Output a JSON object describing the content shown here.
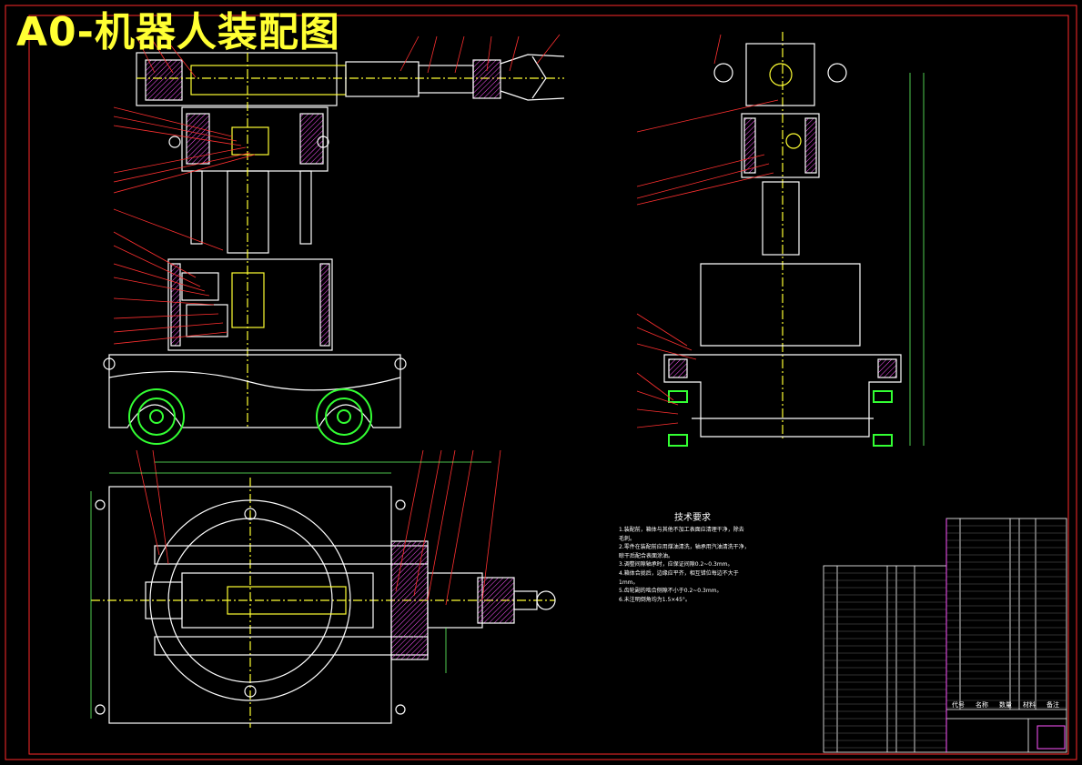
{
  "title": "A0-机器人装配图",
  "technical_requirements": {
    "heading": "技术要求",
    "items": [
      "1.装配前，箱体与其他不加工表面应清理干净，除去",
      "  毛刺。",
      "2.零件在装配前应用煤油清洗，轴承用汽油清洗干净，",
      "  晾干后配合表面涂油。",
      "3.调整间隙轴承时，应保证间隙0.2~0.3mm。",
      "4.箱体合拢后，边缘应平齐，相互错位每边不大于",
      "  1mm。",
      "5.齿轮副的啮合侧隙不小于0.2~0.3mm。",
      "6.未注明倒角均为1.5×45°。"
    ]
  },
  "bom_header": [
    "代号",
    "名称",
    "数量",
    "材料",
    "备注"
  ],
  "colors": {
    "background": "#000000",
    "frame": "#ff2a2a",
    "outline": "#ffffff",
    "centerline": "#ffff33",
    "leader": "#ff3030",
    "wheel": "#33ff33",
    "section_hatch": "#ff55ff",
    "dimension": "#66ff66",
    "title": "#ffff33"
  }
}
